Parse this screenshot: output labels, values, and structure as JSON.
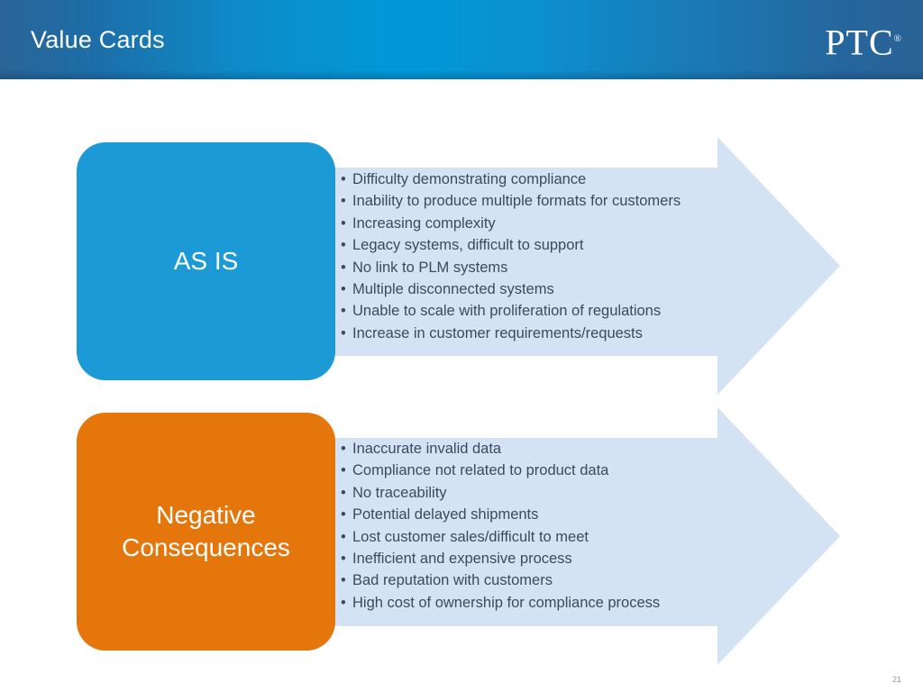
{
  "slide": {
    "title": "Value Cards",
    "logo_text": "PTC",
    "logo_tm": "®",
    "page_number": "21",
    "background_color": "#ffffff"
  },
  "colors": {
    "header_gradient_left": "#2a6496",
    "header_gradient_center": "#0099d8",
    "header_gradient_right": "#2a6496",
    "arrow_fill": "#D3E3F3",
    "card_blue": "#1C9AD6",
    "card_orange": "#E5760C",
    "bullet_text": "#3C4B5B",
    "title_text": "#ffffff",
    "page_number_text": "#9a9a9a"
  },
  "rows": [
    {
      "card_label": "AS IS",
      "card_color": "#1C9AD6",
      "bullets": [
        "Difficulty demonstrating compliance",
        "Inability to produce multiple formats for customers",
        "Increasing complexity",
        "Legacy systems, difficult to support",
        "No link to PLM systems",
        "Multiple disconnected systems",
        "Unable to scale with proliferation of regulations",
        "Increase in customer requirements/requests"
      ]
    },
    {
      "card_label": "Negative\nConsequences",
      "card_color": "#E5760C",
      "bullets": [
        "Inaccurate invalid data",
        "Compliance not related to product data",
        "No traceability",
        "Potential delayed shipments",
        "Lost customer sales/difficult to meet",
        "Inefficient and expensive process",
        "Bad reputation with customers",
        "High cost of ownership for compliance process"
      ]
    }
  ],
  "bullet_glyph": "•"
}
